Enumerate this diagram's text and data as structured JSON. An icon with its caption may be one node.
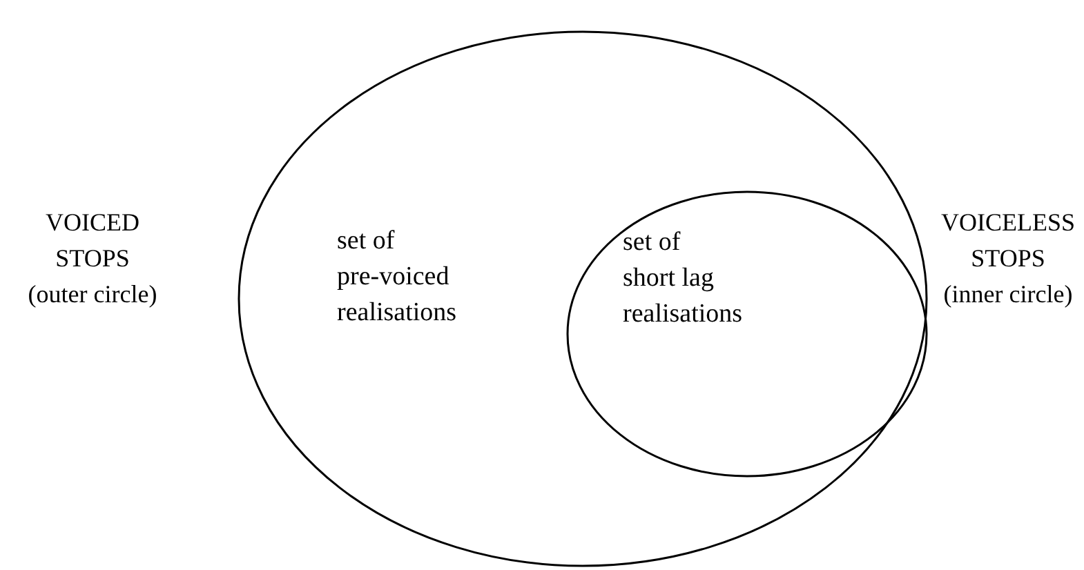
{
  "diagram": {
    "nodes": [
      {
        "text": [
          "set of pre-voiced realisations"
        ],
        "beside": [
          "VOICED STOPS (outer circle)"
        ]
      },
      {
        "text": [
          "set of short lag realisations"
        ],
        "in": 0,
        "beside": [
          "VOICELESS STOPS (inner circle)"
        ]
      }
    ]
  }
}
